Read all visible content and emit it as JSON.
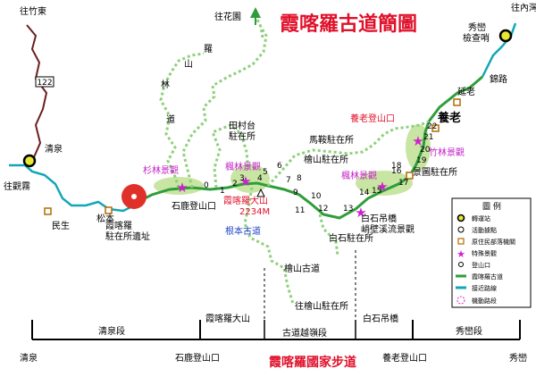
{
  "title": "霞喀羅古道簡圖",
  "footer_title": "霞喀羅國家步道",
  "road_badge": "122",
  "compass": "N",
  "places": {
    "to_zhudong": "往竹東",
    "to_guanwu": "往觀霧",
    "qingquan": "清泉",
    "minsheng": "民生",
    "songben": "松本",
    "xiakaluo_site": [
      "霞喀羅",
      "駐在所遺址"
    ],
    "shanmao_trail": [
      "山",
      "羅",
      "林",
      "道"
    ],
    "to_huayuan": "往花園",
    "shibai_trailhead": "石鹿登山口",
    "shanmao_view": "杉林景觀",
    "fenglin_view1": "楓林景觀",
    "tiancuntai": [
      "田村台",
      "駐在所"
    ],
    "xiakaluo_peak": [
      "霞喀羅大山",
      "2234M"
    ],
    "genben_road": "根本古道",
    "maan_station": "馬鞍駐在所",
    "kuishan_station": "檜山駐在所",
    "fenglin_view2": "楓林景觀",
    "baishi_bridge": [
      "白石吊橋",
      "峭壁溪流景觀"
    ],
    "baishi_station": "白石駐在所",
    "kuishan_road": "檜山古道",
    "to_kuishan_station": "往檜山駐在所",
    "yanglao_trailhead": "養老登山口",
    "yanglao": "養老",
    "bamboo_view": "竹林景觀",
    "jingtu_station": "景圖駐在所",
    "yanlao_small": "延老",
    "to_neiwan": "往內灣",
    "xiuluan_checkpoint": [
      "秀巒",
      "檢查哨"
    ],
    "jin_road": "錦路"
  },
  "waypoints": [
    "0",
    "1",
    "2",
    "3",
    "4",
    "5",
    "6",
    "7",
    "8",
    "9",
    "10",
    "11",
    "12",
    "13",
    "14",
    "15",
    "16",
    "17",
    "18",
    "19",
    "20",
    "21",
    "22"
  ],
  "legend": {
    "title": "圖 例",
    "items": [
      "轉運站",
      "活動據點",
      "原住民部落機關",
      "特殊景觀",
      "登山口",
      "霞喀羅古道",
      "接近路線",
      "機動路段"
    ]
  },
  "sections": {
    "qingquan_section": "清泉段",
    "xiakaluo_mountain": "霞喀羅大山",
    "ancient_pass": "古道越嶺段",
    "baishi_bridge": "白石吊橋",
    "xiuluan_section": "秀巒段"
  },
  "bottom_points": {
    "qingquan": "清泉",
    "shibai": "石鹿登山口",
    "yanglao": "養老登山口",
    "xiuluan": "秀巒"
  },
  "colors": {
    "title_red": "#e0102a",
    "river_teal": "#13a6b8",
    "route_green": "#2e9e3a",
    "dot_green": "#8fd17a",
    "road_dark": "#6b1f1f",
    "highlight": "#c9e5a3",
    "star_magenta": "#cc22cc",
    "label_magenta": "#c21fc6",
    "label_blue": "#2244cc"
  },
  "icons": {
    "transfer": "transfer-station-icon",
    "activity": "activity-point-icon",
    "tribe": "tribe-office-icon",
    "special": "special-view-icon",
    "trailhead": "trailhead-icon"
  }
}
